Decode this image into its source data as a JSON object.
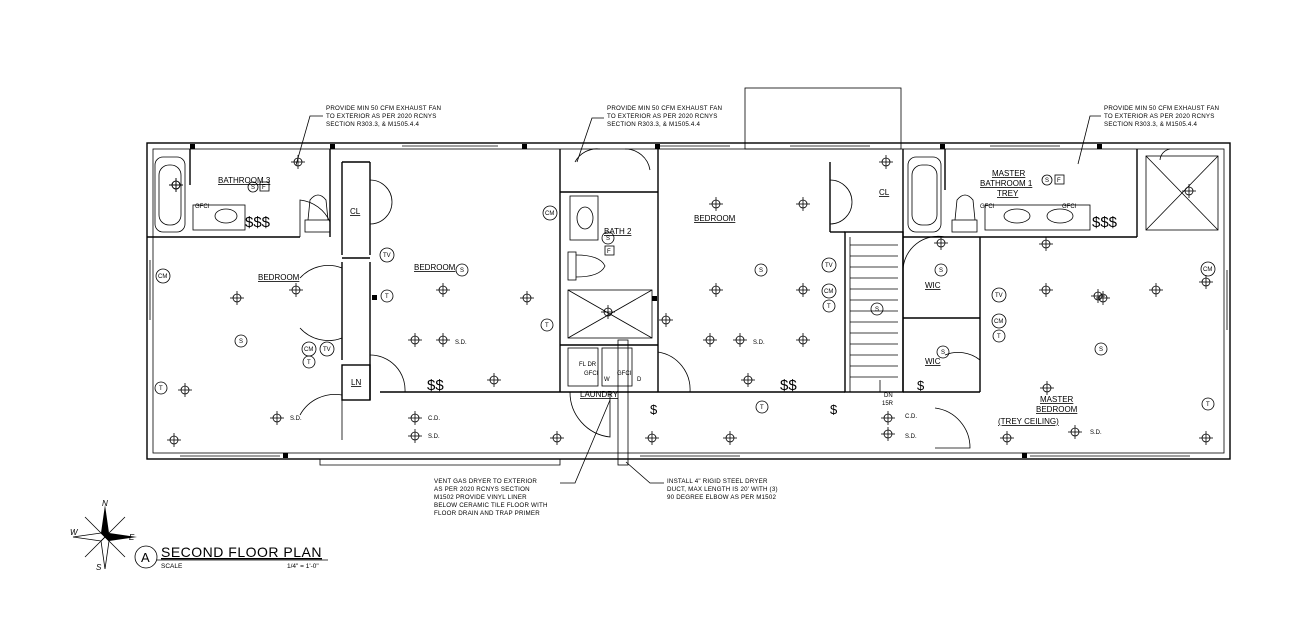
{
  "rooms": {
    "bathroom3": "BATHROOM 3",
    "bedroom_left": "BEDROOM",
    "bedroom_center": "BEDROOM",
    "bath2": "BATH 2",
    "bedroom_right": "BEDROOM",
    "master_bath": "MASTER",
    "master_bath_2": "BATHROOM 1",
    "master_bath_3": "TREY",
    "master_bed": "MASTER",
    "master_bed_2": "BEDROOM",
    "master_bed_3": "(TREY CEILING)",
    "laundry": "LAUNDRY",
    "closet1": "CL",
    "closet2": "CL",
    "linen": "LN",
    "wic1": "WIC",
    "wic2": "WIC",
    "stair_dn": "DN",
    "stair_risers": "15R"
  },
  "notes": {
    "fan_left": [
      "PROVIDE MIN 50 CFM EXHAUST FAN",
      "TO EXTERIOR AS PER 2020 RCNYS",
      "SECTION R303.3, & M1505.4.4"
    ],
    "fan_center": [
      "PROVIDE MIN 50 CFM EXHAUST FAN",
      "TO EXTERIOR AS PER 2020 RCNYS",
      "SECTION R303.3, & M1505.4.4"
    ],
    "fan_right": [
      "PROVIDE MIN 50 CFM EXHAUST FAN",
      "TO EXTERIOR AS PER 2020 RCNYS",
      "SECTION R303.3, & M1505.4.4"
    ],
    "dryer_vent": [
      "VENT GAS DRYER TO EXTERIOR",
      "AS PER 2020 RCNYS SECTION",
      "M1502 PROVIDE VINYL LINER",
      "BELOW CERAMIC TILE FLOOR WITH",
      "FLOOR DRAIN AND TRAP PRIMER"
    ],
    "dryer_duct": [
      "INSTALL 4\" RIGID STEEL DRYER",
      "DUCT, MAX LENGTH IS 20' WITH (3)",
      "90 DEGREE ELBOW AS PER M1502"
    ]
  },
  "symbols": {
    "smoke": "S",
    "fan": "F",
    "co": "CM",
    "tv": "TV",
    "tel": "T",
    "sd": "S.D.",
    "cd": "C.D.",
    "gfci": "GFCI",
    "switch_double": "$$",
    "switch_triple": "$$$",
    "switch": "$",
    "fd": "FL DR",
    "w": "W",
    "d": "D"
  },
  "title": {
    "marker": "A",
    "name": "SECOND FLOOR PLAN",
    "scale_label": "SCALE",
    "scale_value": "1/4\" = 1'-0\""
  },
  "compass": {
    "n": "N",
    "s": "S",
    "e": "E",
    "w": "W"
  }
}
